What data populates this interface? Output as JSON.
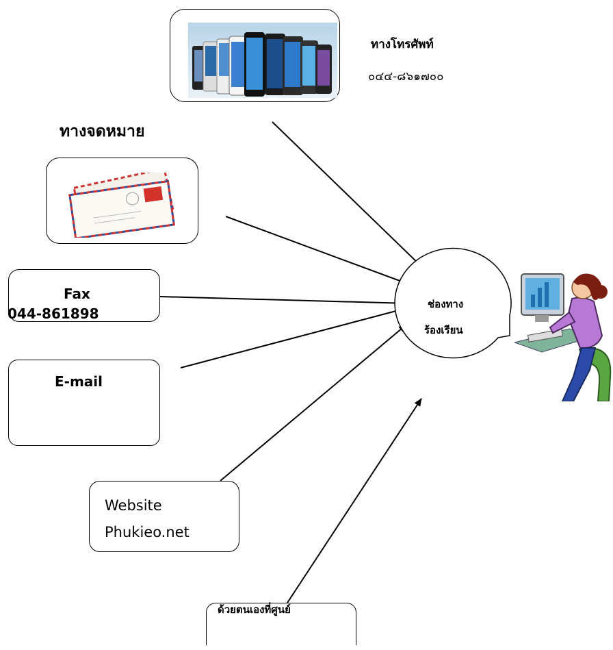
{
  "phone": {
    "label": "ทางโทรศัพท์",
    "number": "๐๔๔-๘๖๑๗๐๐"
  },
  "mail": {
    "label": "ทางจดหมาย"
  },
  "fax": {
    "label": "Fax",
    "number": "044-861898"
  },
  "email": {
    "label": "E-mail"
  },
  "website": {
    "label": "Website",
    "url": "Phukieo.net"
  },
  "in_person": {
    "label": "ด้วยตนเองที่ศูนย์"
  },
  "channel": {
    "line1": "ช่องทาง",
    "line2": "ร้องเรียน"
  },
  "icons": {
    "phones": "smartphones-icon",
    "envelope": "airmail-envelope-icon",
    "operator": "computer-operator-icon"
  }
}
